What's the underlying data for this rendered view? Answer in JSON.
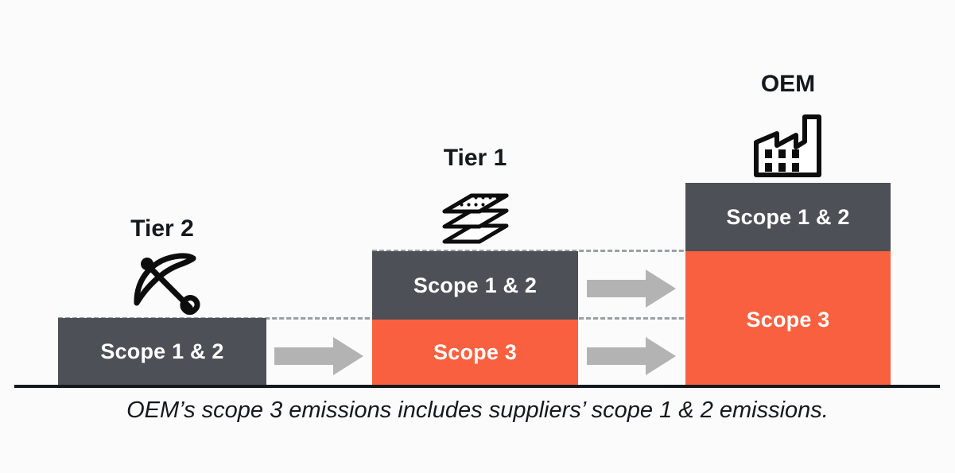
{
  "background_color": "#fbfbfb",
  "colors": {
    "scope_1_2": "#4d5056",
    "scope_3": "#f9603f",
    "arrow": "#b3b3b3",
    "dashed_line": "#9aa0a6",
    "baseline": "#15181c",
    "title_text": "#15181c",
    "bar_text": "#ffffff"
  },
  "chart_data": {
    "type": "bar",
    "title": "",
    "categories": [
      "Tier 2",
      "Tier 1",
      "OEM"
    ],
    "series": [
      {
        "name": "Scope 1 & 2",
        "values": [
          82,
          86,
          86
        ]
      },
      {
        "name": "Scope 3",
        "values": [
          0,
          80,
          166
        ]
      }
    ],
    "stacked": true,
    "xlabel": "",
    "ylabel": "",
    "grid": false,
    "legend": "none",
    "annotations": [
      "Dashed line links Tier 2 scope 1 & 2 top to Tier 1 scope boundary",
      "Dashed line links Tier 1 scope 1 & 2 top to OEM scope boundary",
      "Dashed line at OEM scope 3 label level"
    ]
  },
  "columns": [
    {
      "id": "tier-2",
      "title": "Tier 2",
      "icon": "pickaxe-icon",
      "segments": [
        {
          "id": "scope-1-2",
          "label": "Scope 1 & 2",
          "color": "#4d5056"
        }
      ]
    },
    {
      "id": "tier-1",
      "title": "Tier 1",
      "icon": "material-layers-icon",
      "segments": [
        {
          "id": "scope-1-2",
          "label": "Scope 1 & 2",
          "color": "#4d5056"
        },
        {
          "id": "scope-3",
          "label": "Scope 3",
          "color": "#f9603f"
        }
      ]
    },
    {
      "id": "oem",
      "title": "OEM",
      "icon": "factory-icon",
      "segments": [
        {
          "id": "scope-1-2",
          "label": "Scope 1 & 2",
          "color": "#4d5056"
        },
        {
          "id": "scope-3",
          "label": "Scope 3",
          "color": "#f9603f"
        }
      ]
    }
  ],
  "arrows": [
    {
      "id": "tier2-to-tier1",
      "direction": "right"
    },
    {
      "id": "tier1-scope12-to-oem",
      "direction": "right"
    },
    {
      "id": "tier1-scope3-to-oem",
      "direction": "right"
    }
  ],
  "caption": "OEM’s scope 3 emissions includes suppliers’ scope 1 & 2 emissions."
}
